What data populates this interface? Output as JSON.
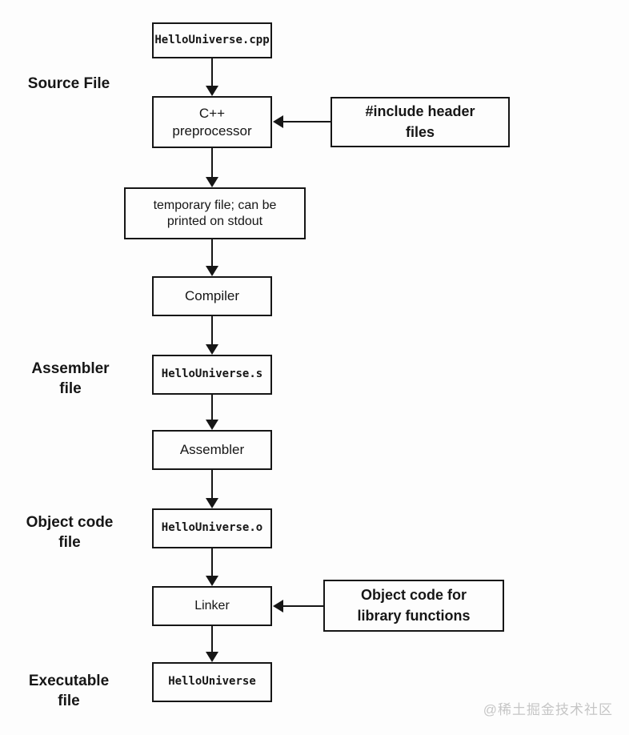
{
  "flow": {
    "nodes": [
      {
        "label": "HelloUniverse.cpp"
      },
      {
        "line1": "C++",
        "line2": "preprocessor"
      },
      {
        "line1": "temporary file; can be",
        "line2": "printed on stdout"
      },
      {
        "label": "Compiler"
      },
      {
        "label": "HelloUniverse.s"
      },
      {
        "label": "Assembler"
      },
      {
        "label": "HelloUniverse.o"
      },
      {
        "label": "Linker"
      },
      {
        "label": "HelloUniverse"
      }
    ],
    "side_inputs": [
      {
        "line1": "#include header",
        "line2": "files"
      },
      {
        "line1": "Object code for",
        "line2": "library functions"
      }
    ],
    "stage_labels": [
      {
        "line1": "Source File"
      },
      {
        "line1": "Assembler",
        "line2": "file"
      },
      {
        "line1": "Object code",
        "line2": "file"
      },
      {
        "line1": "Executable",
        "line2": "file"
      }
    ],
    "watermark": "@稀土掘金技术社区",
    "colors": {
      "line": "#161616",
      "watermark": "#c6c6c6",
      "background": "#fdfdfd"
    }
  }
}
